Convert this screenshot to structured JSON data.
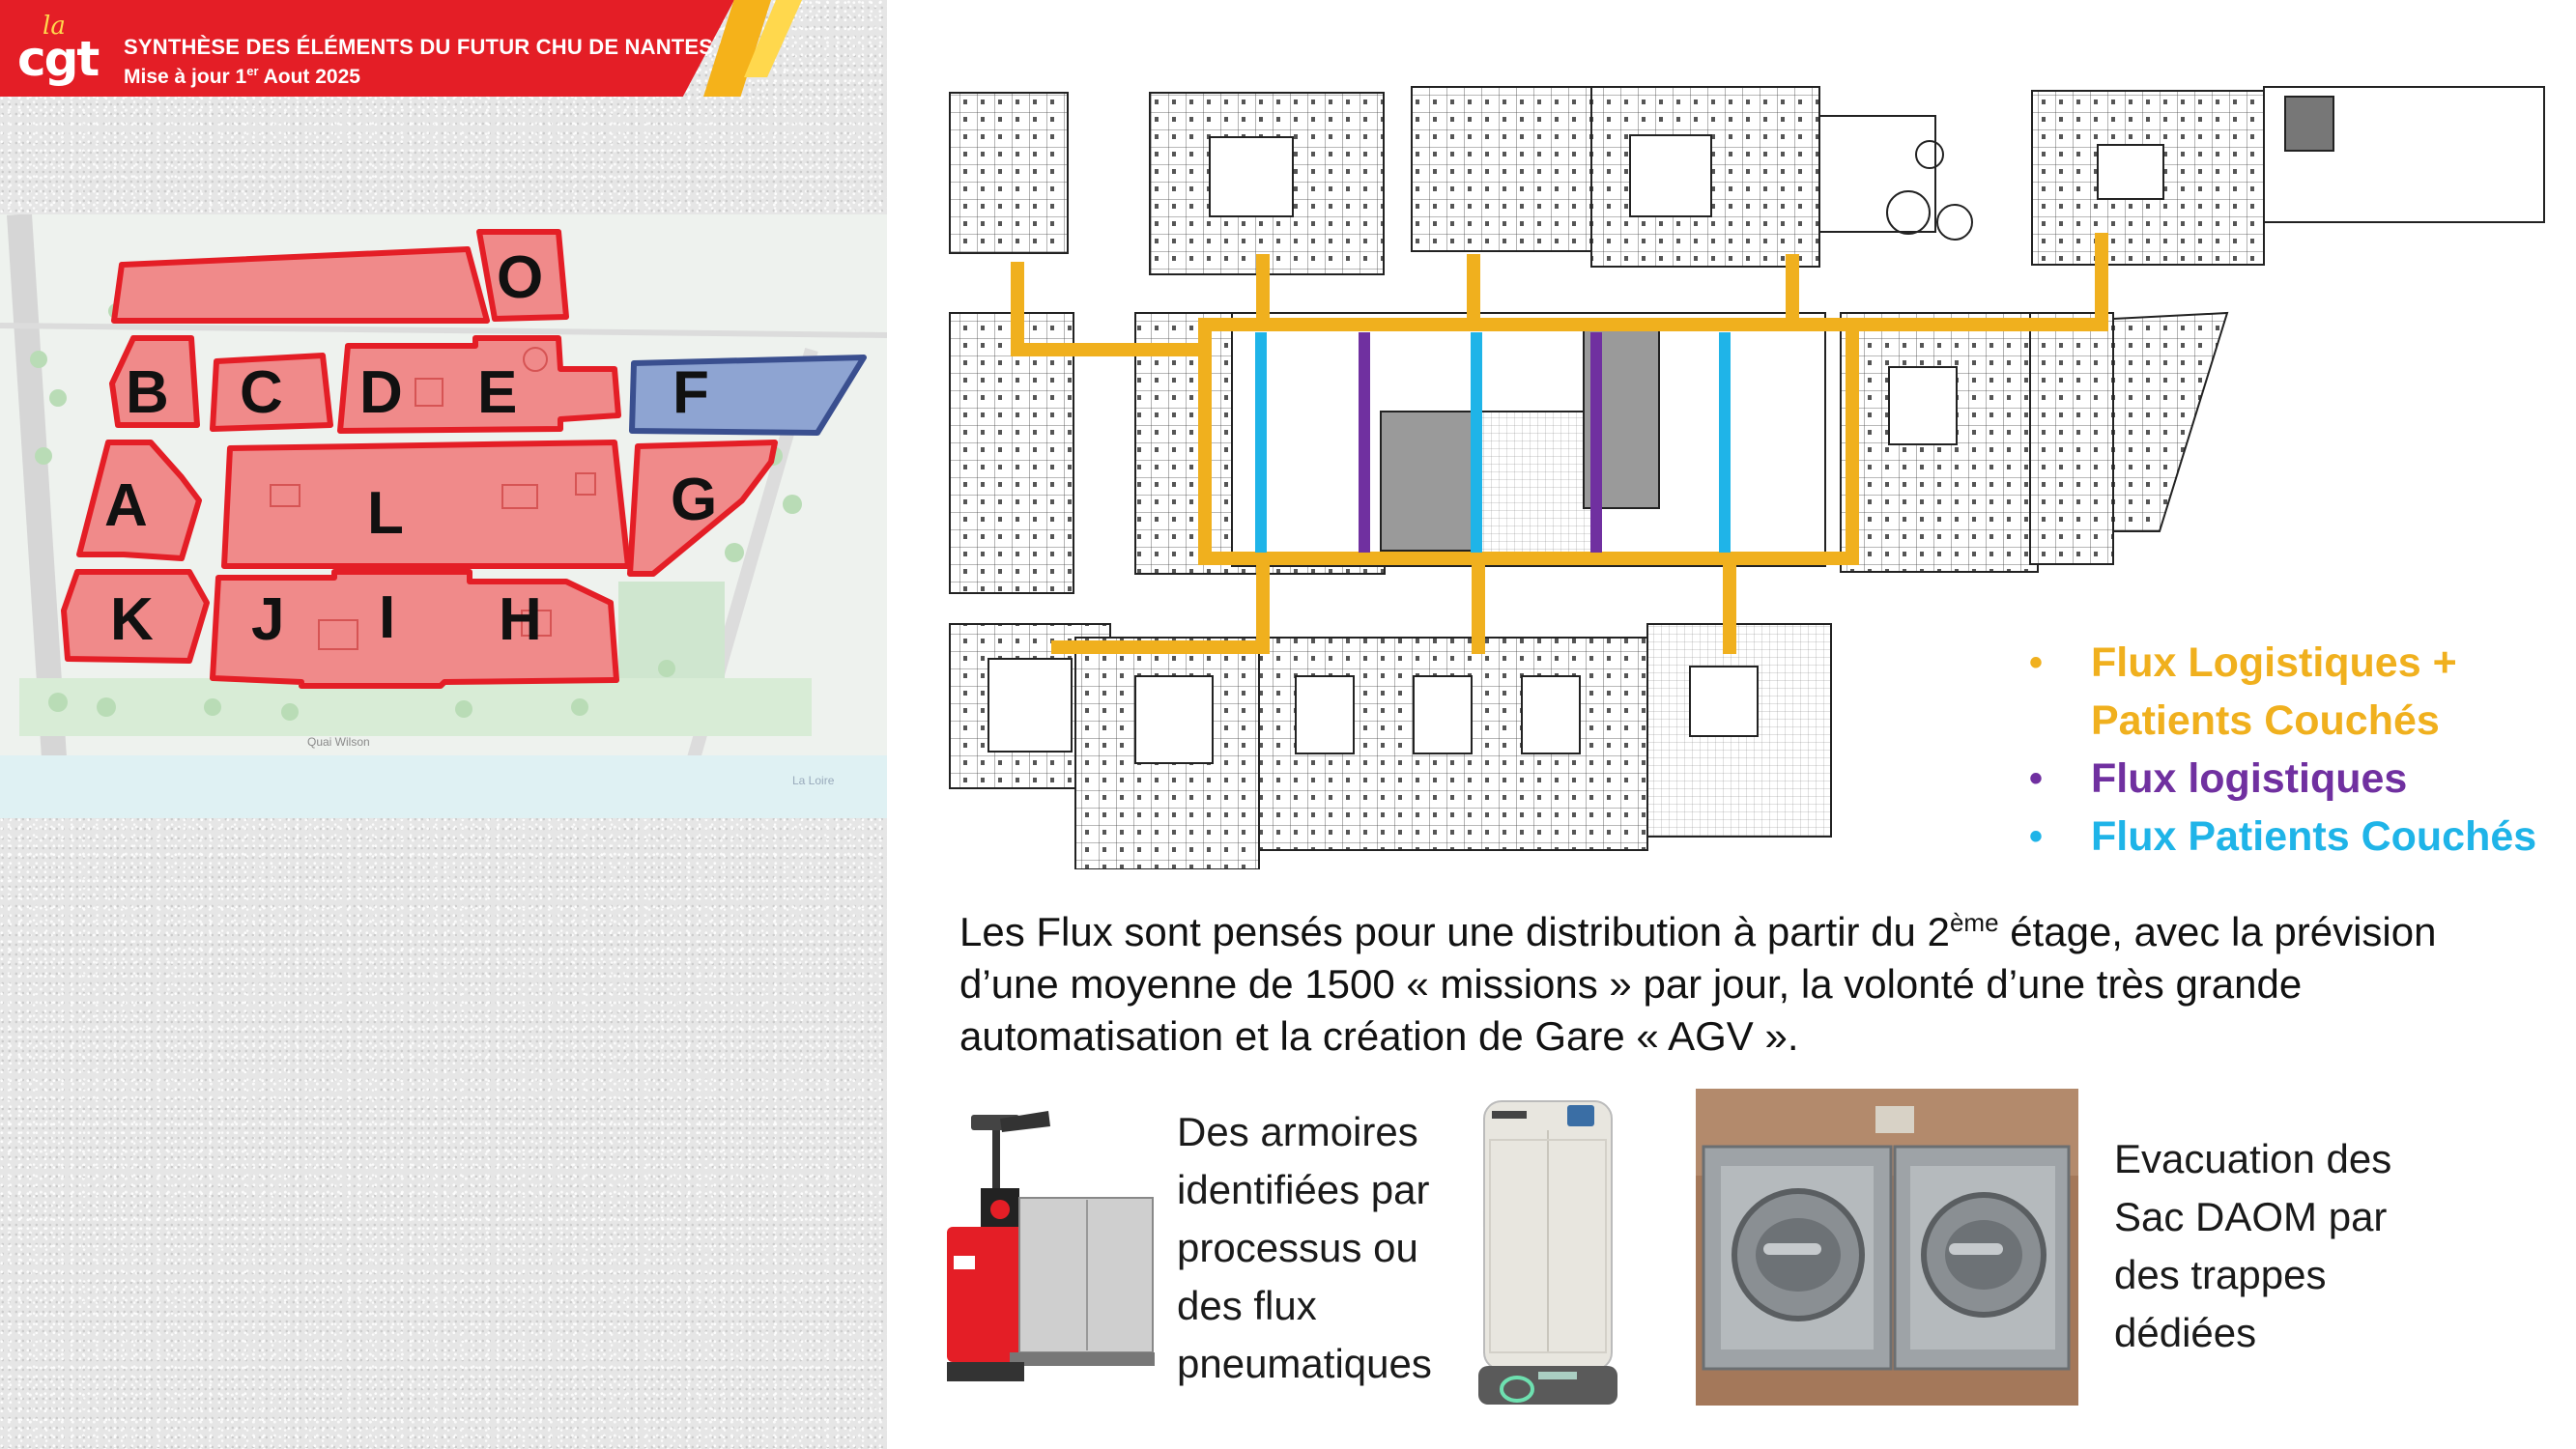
{
  "header": {
    "logo_small": "la",
    "logo_main": "cgt",
    "title": "SYNTHÈSE DES ÉLÉMENTS DU FUTUR CHU DE NANTES",
    "subtitle_prefix": "Mise à jour 1",
    "subtitle_sup": "er",
    "subtitle_suffix": " Aout 2025"
  },
  "site_map": {
    "buildings": [
      "O",
      "B",
      "C",
      "D",
      "E",
      "F",
      "A",
      "L",
      "G",
      "K",
      "J",
      "I",
      "H"
    ],
    "street_label": "Quai Wilson",
    "river_label": "La Loire",
    "colors": {
      "building_fill": "#f08a8a",
      "building_stroke": "#e41e26",
      "f_fill": "#8ea4d2",
      "f_stroke": "#3a4f8f"
    }
  },
  "legend": {
    "items": [
      {
        "bullet": "•",
        "text_line1": "Flux Logistiques +",
        "text_line2": "Patients Couchés",
        "color": "#f0b01e"
      },
      {
        "bullet": "•",
        "text_line1": "Flux logistiques",
        "color": "#7030a0"
      },
      {
        "bullet": "•",
        "text_line1": "Flux Patients Couchés",
        "color": "#1fb4e8"
      }
    ]
  },
  "paragraph": {
    "part1": "Les Flux sont pensés pour une distribution à partir du 2",
    "sup": "ème",
    "part2": " étage, avec la prévision d’une moyenne de 1500 « missions » par jour, la volonté d’une très grande automatisation et la création de Gare « AGV »."
  },
  "agv_caption": [
    "Des armoires",
    "identifiées par",
    "processus ou",
    "des flux",
    "pneumatiques"
  ],
  "hatch_caption": [
    "Evacuation des",
    "Sac DAOM par",
    "des trappes",
    "dédiées"
  ]
}
